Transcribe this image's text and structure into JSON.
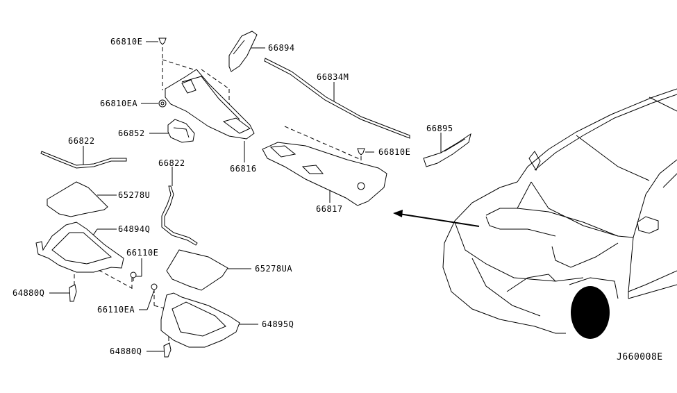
{
  "diagram": {
    "type": "exploded-parts-diagram",
    "subject": "Cowl top / wiper cowl assembly",
    "reference_code": "J660008E",
    "labels": [
      {
        "id": "66810E-top",
        "text": "66810E"
      },
      {
        "id": "66894",
        "text": "66894"
      },
      {
        "id": "66834M",
        "text": "66834M"
      },
      {
        "id": "66810EA",
        "text": "66810EA"
      },
      {
        "id": "66852",
        "text": "66852"
      },
      {
        "id": "66816",
        "text": "66816"
      },
      {
        "id": "66822-left",
        "text": "66822"
      },
      {
        "id": "66822-center",
        "text": "66822"
      },
      {
        "id": "66895",
        "text": "66895"
      },
      {
        "id": "66810E-right",
        "text": "66810E"
      },
      {
        "id": "66817",
        "text": "66817"
      },
      {
        "id": "65278U",
        "text": "65278U"
      },
      {
        "id": "64894Q",
        "text": "64894Q"
      },
      {
        "id": "66110E",
        "text": "66110E"
      },
      {
        "id": "64880Q-left",
        "text": "64880Q"
      },
      {
        "id": "66110EA",
        "text": "66110EA"
      },
      {
        "id": "65278UA",
        "text": "65278UA"
      },
      {
        "id": "64895Q",
        "text": "64895Q"
      },
      {
        "id": "64880Q-bottom",
        "text": "64880Q"
      }
    ]
  }
}
